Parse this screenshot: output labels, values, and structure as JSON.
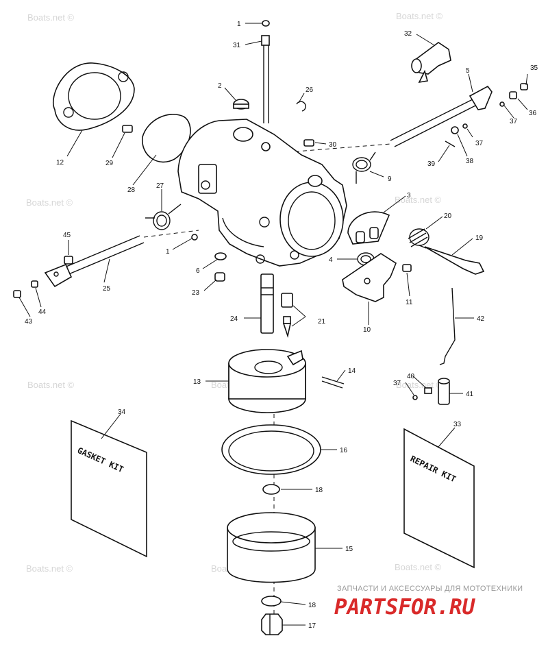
{
  "watermark": "Boats.net ©",
  "kits": {
    "gasket": "GASKET KIT",
    "repair": "REPAIR KIT"
  },
  "brand": {
    "subtitle": "ЗАПЧАСТИ И АКСЕССУАРЫ ДЛЯ МОТОТЕХНИКИ",
    "name": "PARTSFOR.RU",
    "color": "#d92a2a"
  },
  "callouts": [
    "1",
    "31",
    "2",
    "26",
    "32",
    "5",
    "35",
    "36",
    "37",
    "12",
    "29",
    "30",
    "37",
    "38",
    "39",
    "28",
    "27",
    "9",
    "3",
    "20",
    "19",
    "45",
    "1",
    "25",
    "6",
    "4",
    "11",
    "43",
    "44",
    "23",
    "24",
    "21",
    "10",
    "42",
    "13",
    "14",
    "40",
    "37",
    "41",
    "34",
    "16",
    "33",
    "18",
    "15",
    "18",
    "17"
  ]
}
